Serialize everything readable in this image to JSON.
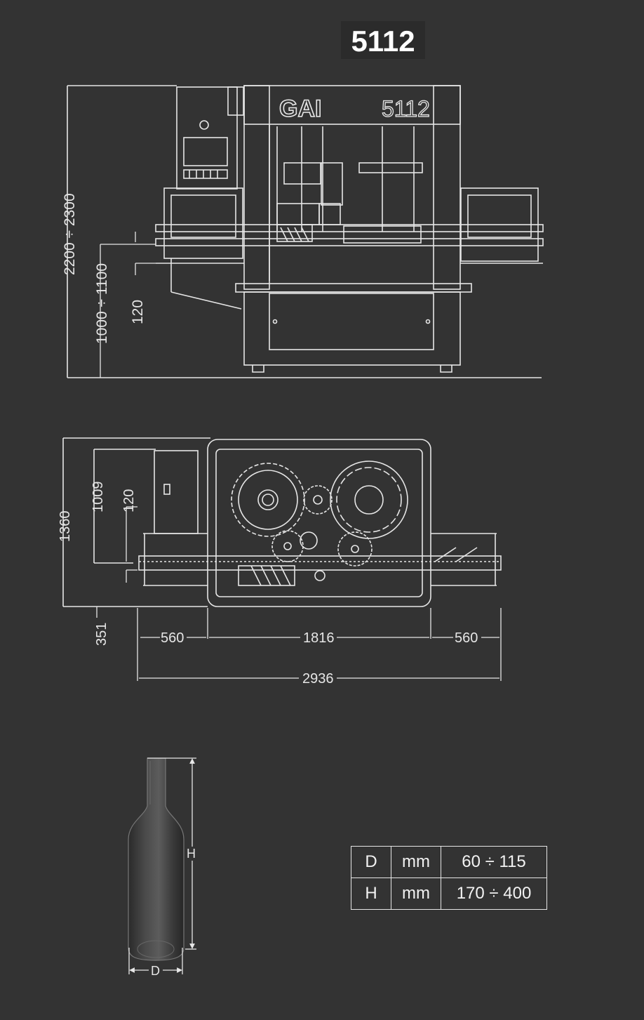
{
  "title": "5112",
  "machine": {
    "brand": "GAI",
    "model": "5112",
    "logo-icon": "gai-logo",
    "front_view": {
      "height_label": "2200 ÷ 2300",
      "working_height_label": "1000 ÷ 1100",
      "conveyor_label": "120"
    },
    "top_view": {
      "depth_label": "1360",
      "mid_label": "1009",
      "conveyor_label": "120",
      "offset_label": "351",
      "left_label": "560",
      "center_label": "1816",
      "right_label": "560",
      "total_label": "2936"
    }
  },
  "bottle": {
    "icon": "wine-bottle-icon",
    "height_letter": "H",
    "diameter_letter": "D"
  },
  "specs": {
    "rows": [
      {
        "param": "D",
        "unit": "mm",
        "range": "60 ÷ 115"
      },
      {
        "param": "H",
        "unit": "mm",
        "range": "170 ÷ 400"
      }
    ]
  },
  "colors": {
    "background": "#333333",
    "line": "#e8e8e8"
  }
}
